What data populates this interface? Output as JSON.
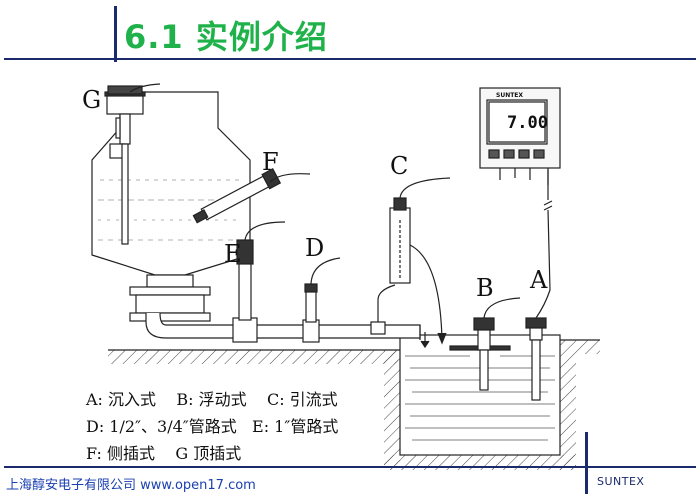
{
  "header": {
    "title": "6.1  实例介绍"
  },
  "diagram": {
    "labels": {
      "A": "A",
      "B": "B",
      "C": "C",
      "D": "D",
      "E": "E",
      "F": "F",
      "G": "G"
    },
    "meter_display": "7.00",
    "meter_brand": "SUNTEX"
  },
  "legend": {
    "line1": "A: 沉入式    B: 浮动式    C: 引流式",
    "line2": "D: 1/2″、3/4″管路式   E: 1″管路式",
    "line3": "F: 侧插式    G 顶插式"
  },
  "footer": {
    "company": "上海醇安电子有限公司 www.open17.com",
    "brand": "SUNTEX"
  },
  "colors": {
    "title": "#1fb24a",
    "rule": "#1a2a6c",
    "footer_text": "#1a3fb0"
  }
}
